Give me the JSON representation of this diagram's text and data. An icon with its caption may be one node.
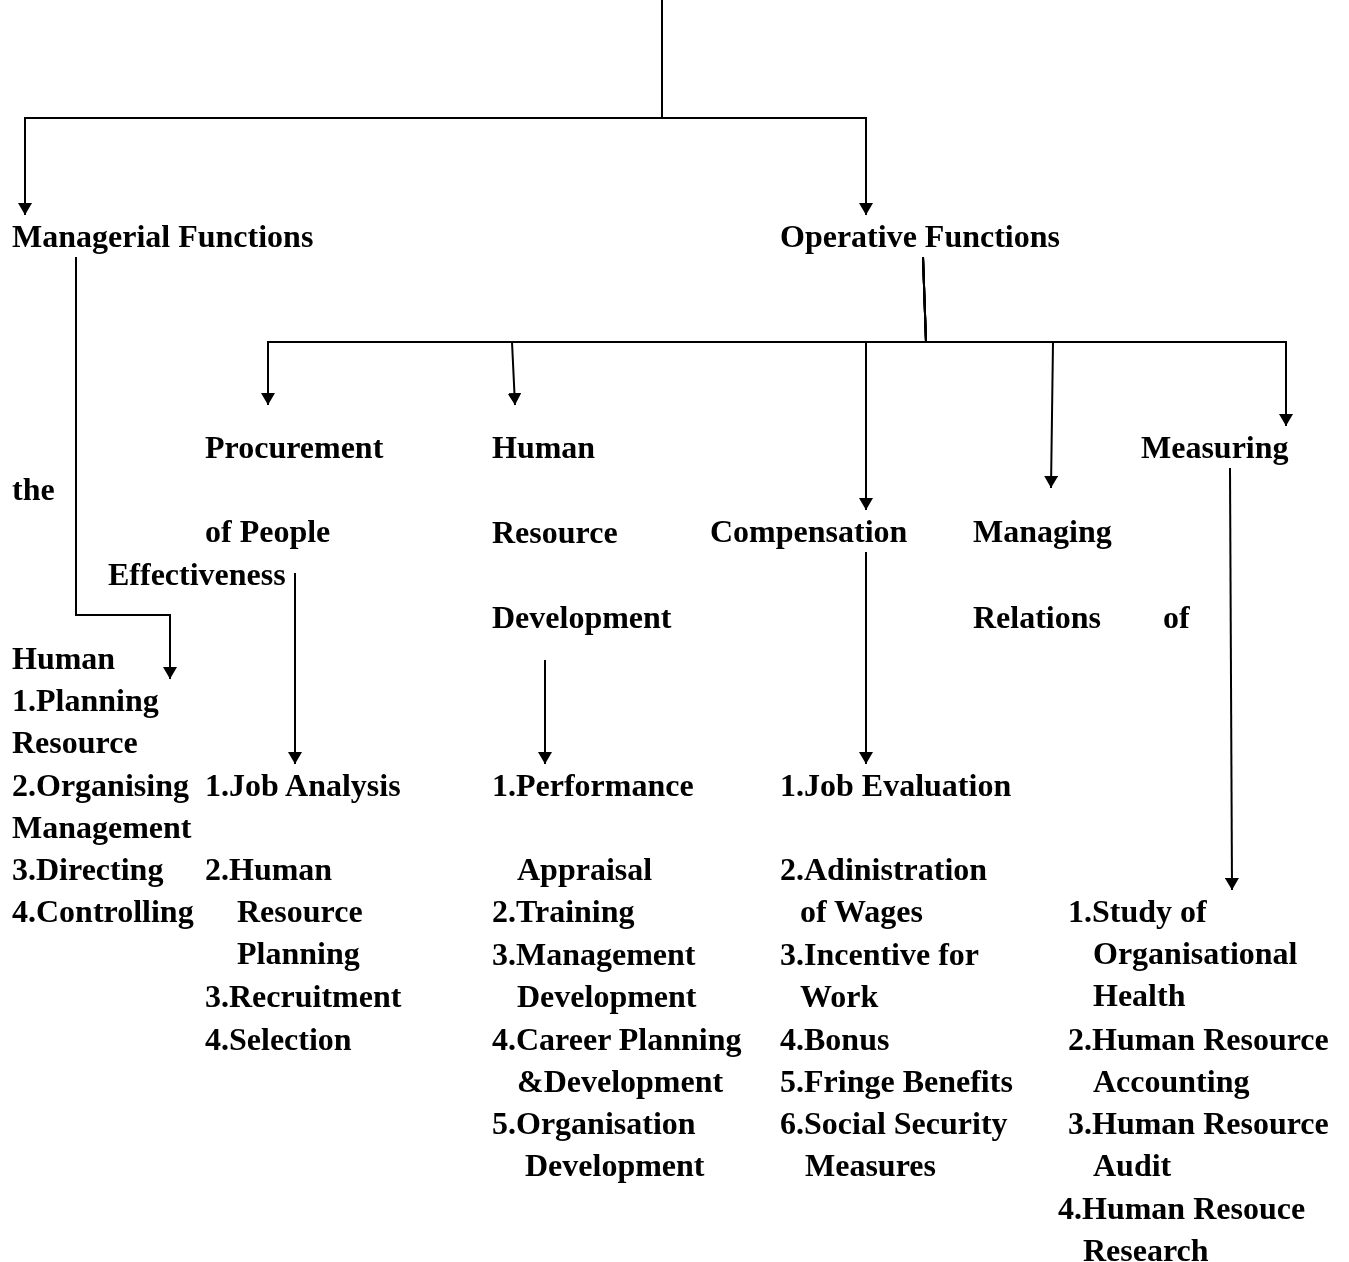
{
  "diagram": {
    "nodes": [
      {
        "text": [
          "Managerial Functions"
        ]
      },
      {
        "text": [
          "Operative Functions"
        ]
      },
      {
        "text": [
          "Procurement of People"
        ]
      },
      {
        "text": [
          "Human Resource Development"
        ]
      },
      {
        "text": [
          "Compensation"
        ]
      },
      {
        "text": [
          "Managing Relations"
        ]
      },
      {
        "text": [
          "Measuring"
        ]
      },
      {
        "text": [
          "1.Planning",
          "2.Organising",
          "3.Directing",
          "4.Controlling"
        ]
      },
      {
        "text": [
          "1.Job Analysis",
          "2.Human Resource Planning",
          "3.Recruitment",
          "4.Selection"
        ]
      },
      {
        "text": [
          "1.Performance Appraisal",
          "2.Training",
          "3.Management Development",
          "4.Career Planning &Development",
          "5.Organisation Development"
        ]
      },
      {
        "text": [
          "1.Job Evaluation",
          "2.Adinistration of Wages",
          "3.Incentive for Work",
          "4.Bonus",
          "5.Fringe Benefits",
          "6.Social Security Measures"
        ]
      },
      {
        "text": [
          "1.Study of Organisational Health",
          "2.Human Resource Accounting",
          "3.Human Resource Audit",
          "4.Human Resouce Research"
        ]
      }
    ],
    "edges": [
      {
        "from": null,
        "to": 0,
        "arrow": "to"
      },
      {
        "from": null,
        "to": 1,
        "arrow": "to"
      },
      {
        "from": 1,
        "to": 2,
        "arrow": "to"
      },
      {
        "from": 1,
        "to": 3,
        "arrow": "to"
      },
      {
        "from": 1,
        "to": 4,
        "arrow": "to"
      },
      {
        "from": 1,
        "to": 5,
        "arrow": "to"
      },
      {
        "from": 1,
        "to": 6,
        "arrow": "to"
      },
      {
        "from": 0,
        "to": 7,
        "arrow": "to"
      },
      {
        "from": 2,
        "to": 8,
        "arrow": "to"
      },
      {
        "from": 3,
        "to": 9,
        "arrow": "to"
      },
      {
        "from": 4,
        "to": 10,
        "arrow": "to"
      },
      {
        "from": 6,
        "to": 11,
        "arrow": "to"
      }
    ],
    "labels": [
      "the",
      "Effectiveness",
      "Human",
      "Resource",
      "Management",
      "of"
    ]
  }
}
